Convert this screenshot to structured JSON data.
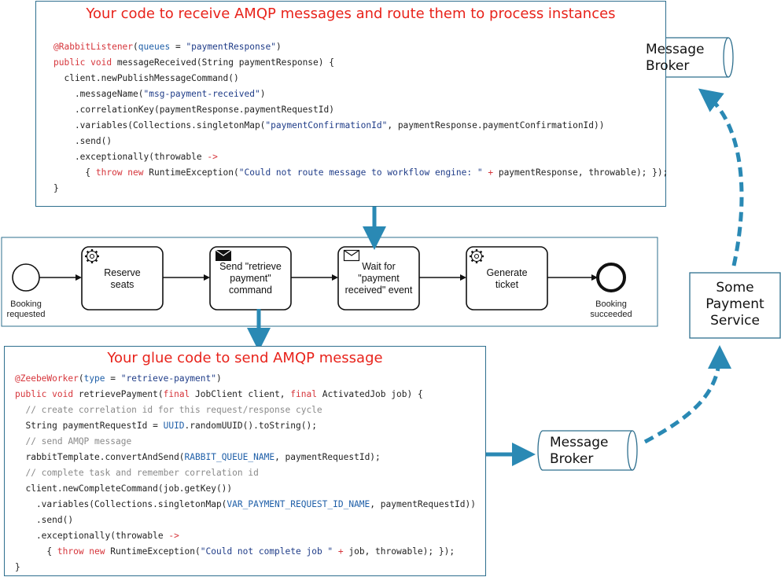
{
  "top_box": {
    "title": "Your code to receive AMQP messages and route them to process instances",
    "code": [
      [
        {
          "t": "@RabbitListener",
          "c": "ann"
        },
        {
          "t": "(",
          "c": ""
        },
        {
          "t": "queues",
          "c": "ty"
        },
        {
          "t": " = ",
          "c": ""
        },
        {
          "t": "\"paymentResponse\"",
          "c": "str"
        },
        {
          "t": ")",
          "c": ""
        }
      ],
      [
        {
          "t": "public void",
          "c": "kw"
        },
        {
          "t": " messageReceived(String paymentResponse) {",
          "c": ""
        }
      ],
      [
        {
          "t": "  client.newPublishMessageCommand()",
          "c": ""
        }
      ],
      [
        {
          "t": "    .messageName(",
          "c": ""
        },
        {
          "t": "\"msg-payment-received\"",
          "c": "str"
        },
        {
          "t": ")",
          "c": ""
        }
      ],
      [
        {
          "t": "    .correlationKey(paymentResponse.paymentRequestId)",
          "c": ""
        }
      ],
      [
        {
          "t": "    .variables(Collections.singletonMap(",
          "c": ""
        },
        {
          "t": "\"paymentConfirmationId\"",
          "c": "str"
        },
        {
          "t": ", paymentResponse.paymentConfirmationId))",
          "c": ""
        }
      ],
      [
        {
          "t": "    .send()",
          "c": ""
        }
      ],
      [
        {
          "t": "    .exceptionally(throwable ",
          "c": ""
        },
        {
          "t": "->",
          "c": "kw"
        }
      ],
      [
        {
          "t": "      { ",
          "c": ""
        },
        {
          "t": "throw new",
          "c": "kw"
        },
        {
          "t": " RuntimeException(",
          "c": ""
        },
        {
          "t": "\"Could not route message to workflow engine: \"",
          "c": "str"
        },
        {
          "t": " + ",
          "c": "kw"
        },
        {
          "t": "paymentResponse, throwable); });",
          "c": ""
        }
      ],
      [
        {
          "t": "}",
          "c": ""
        }
      ]
    ]
  },
  "bottom_box": {
    "title": "Your glue code to send AMQP message",
    "code": [
      [
        {
          "t": "@ZeebeWorker",
          "c": "ann"
        },
        {
          "t": "(",
          "c": ""
        },
        {
          "t": "type",
          "c": "ty"
        },
        {
          "t": " = ",
          "c": ""
        },
        {
          "t": "\"retrieve-payment\"",
          "c": "str"
        },
        {
          "t": ")",
          "c": ""
        }
      ],
      [
        {
          "t": "public void",
          "c": "kw"
        },
        {
          "t": " retrievePayment(",
          "c": ""
        },
        {
          "t": "final",
          "c": "kw"
        },
        {
          "t": " JobClient client, ",
          "c": ""
        },
        {
          "t": "final",
          "c": "kw"
        },
        {
          "t": " ActivatedJob job) {",
          "c": ""
        }
      ],
      [
        {
          "t": "  // create correlation id for this request/response cycle",
          "c": "cm"
        }
      ],
      [
        {
          "t": "  String paymentRequestId = ",
          "c": ""
        },
        {
          "t": "UUID",
          "c": "ty"
        },
        {
          "t": ".randomUUID().toString();",
          "c": ""
        }
      ],
      [
        {
          "t": "  // send AMQP message",
          "c": "cm"
        }
      ],
      [
        {
          "t": "  rabbitTemplate.convertAndSend(",
          "c": ""
        },
        {
          "t": "RABBIT_QUEUE_NAME",
          "c": "ty"
        },
        {
          "t": ", paymentRequestId);",
          "c": ""
        }
      ],
      [
        {
          "t": "  // complete task and remember correlation id",
          "c": "cm"
        }
      ],
      [
        {
          "t": "  client.newCompleteCommand(job.getKey())",
          "c": ""
        }
      ],
      [
        {
          "t": "    .variables(Collections.singletonMap(",
          "c": ""
        },
        {
          "t": "VAR_PAYMENT_REQUEST_ID_NAME",
          "c": "ty"
        },
        {
          "t": ", paymentRequestId))",
          "c": ""
        }
      ],
      [
        {
          "t": "    .send()",
          "c": ""
        }
      ],
      [
        {
          "t": "    .exceptionally(throwable ",
          "c": ""
        },
        {
          "t": "->",
          "c": "kw"
        }
      ],
      [
        {
          "t": "      { ",
          "c": ""
        },
        {
          "t": "throw new",
          "c": "kw"
        },
        {
          "t": " RuntimeException(",
          "c": ""
        },
        {
          "t": "\"Could not complete job \"",
          "c": "str"
        },
        {
          "t": " + ",
          "c": "kw"
        },
        {
          "t": "job, throwable); });",
          "c": ""
        }
      ],
      [
        {
          "t": "}",
          "c": ""
        }
      ]
    ]
  },
  "process": {
    "start_event": "Booking\nrequested",
    "end_event": "Booking\nsucceeded",
    "tasks": [
      {
        "label": "Reserve\nseats",
        "icon": "gear-icon"
      },
      {
        "label": "Send \"retrieve\npayment\"\ncommand",
        "icon": "envelope-filled-icon"
      },
      {
        "label": "Wait for\n\"payment\nreceived\" event",
        "icon": "envelope-outline-icon"
      },
      {
        "label": "Generate\nticket",
        "icon": "gear-icon"
      }
    ]
  },
  "broker_top": "Message\nBroker",
  "broker_bottom": "Message\nBroker",
  "payment_service": "Some\nPayment\nService",
  "colors": {
    "arrow": "#2a89b4",
    "border": "#2e6f8e",
    "title": "#e8231b"
  }
}
